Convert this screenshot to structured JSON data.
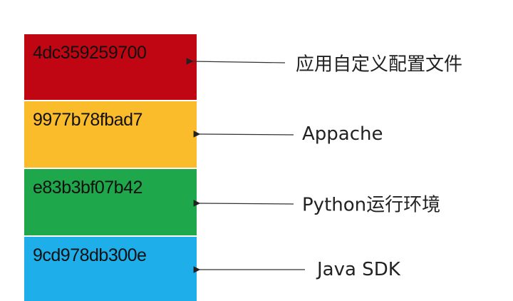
{
  "layers": [
    {
      "id": "4dc359259700",
      "label": "应用自定义配置文件",
      "color": "#c00613"
    },
    {
      "id": "9977b78fbad7",
      "label": "Appache",
      "color": "#fbbc2c"
    },
    {
      "id": "e83b3bf07b42",
      "label": "Python运行环境",
      "color": "#1ea84b"
    },
    {
      "id": "9cd978db300e",
      "label": "Java SDK",
      "color": "#1eaeea"
    }
  ]
}
